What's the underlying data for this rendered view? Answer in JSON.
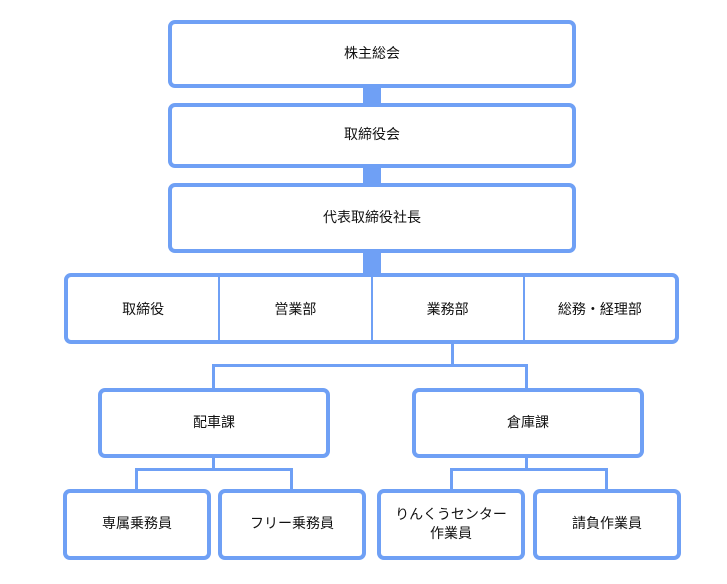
{
  "accent_color": "#6fa0f5",
  "nodes": {
    "shareholders": "株主総会",
    "board": "取締役会",
    "president": "代表取締役社長",
    "departments": [
      "取締役",
      "営業部",
      "業務部",
      "総務・経理部"
    ],
    "dispatch": "配車課",
    "warehouse": "倉庫課",
    "dedicated_crew": "専属乗務員",
    "free_crew": "フリー乗務員",
    "rinku_line1": "りんくうセンター",
    "rinku_line2": "作業員",
    "contract_workers": "請負作業員"
  }
}
